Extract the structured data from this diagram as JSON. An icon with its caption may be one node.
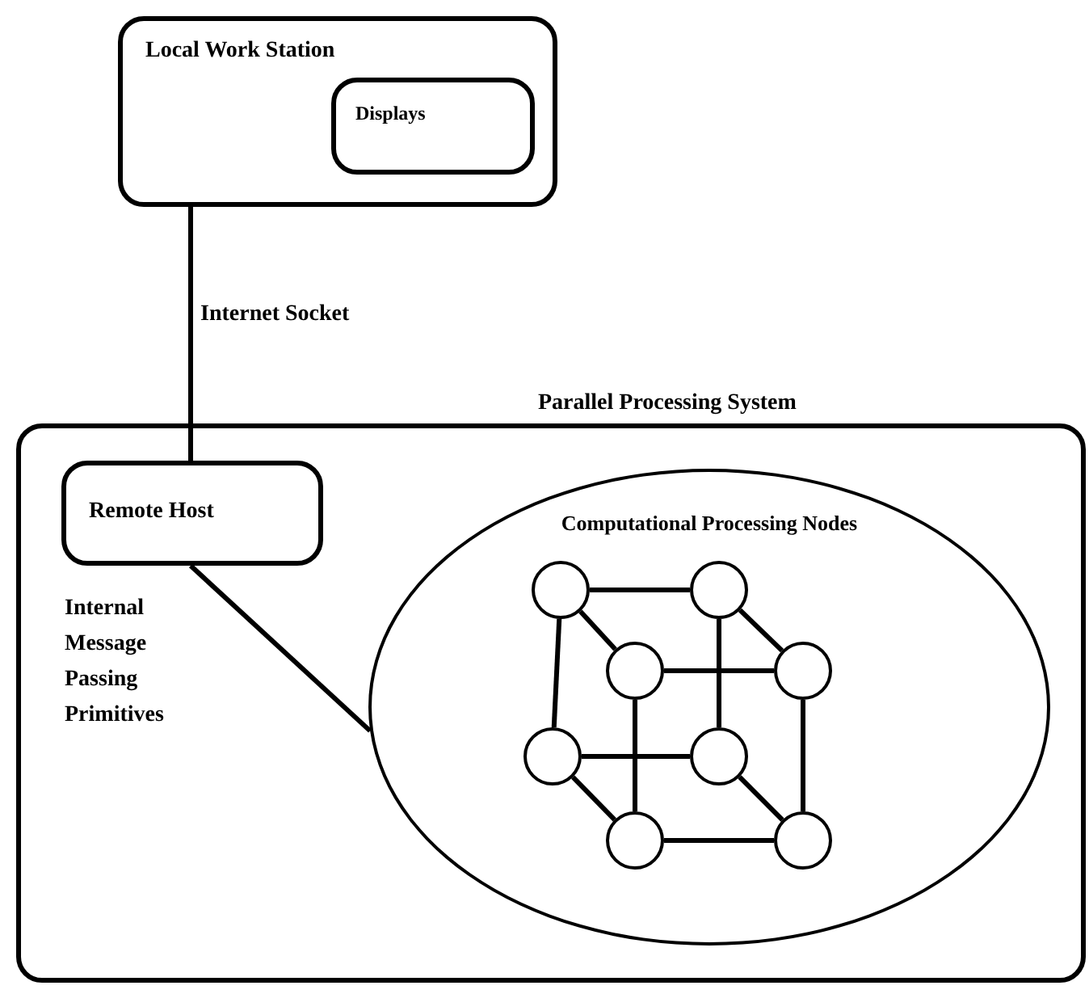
{
  "diagram": {
    "nodes": [
      {
        "text": [
          "Local Work Station"
        ]
      },
      {
        "text": [
          "Displays"
        ],
        "in": 0
      },
      {
        "text": [
          "Parallel Processing System"
        ]
      },
      {
        "text": [
          "Remote Host"
        ],
        "in": 2
      },
      {
        "text": [
          "Computational Processing Nodes"
        ],
        "in": 2
      },
      {
        "text": [],
        "shape": "circle",
        "in": 4
      },
      {
        "text": [],
        "shape": "circle",
        "in": 4
      },
      {
        "text": [],
        "shape": "circle",
        "in": 4
      },
      {
        "text": [],
        "shape": "circle",
        "in": 4
      },
      {
        "text": [],
        "shape": "circle",
        "in": 4
      },
      {
        "text": [],
        "shape": "circle",
        "in": 4
      },
      {
        "text": [],
        "shape": "circle",
        "in": 4
      },
      {
        "text": [],
        "shape": "circle",
        "in": 4
      }
    ],
    "edges": [
      {
        "from": 0,
        "to": 3,
        "arrow": "none",
        "label": "Internet Socket"
      },
      {
        "from": 3,
        "to": 4,
        "arrow": "none",
        "label": "Internal Message Passing Primitives"
      },
      {
        "from": 5,
        "to": 6,
        "arrow": "none"
      },
      {
        "from": 5,
        "to": 7,
        "arrow": "none"
      },
      {
        "from": 5,
        "to": 9,
        "arrow": "none"
      },
      {
        "from": 6,
        "to": 8,
        "arrow": "none"
      },
      {
        "from": 6,
        "to": 10,
        "arrow": "none"
      },
      {
        "from": 7,
        "to": 8,
        "arrow": "none"
      },
      {
        "from": 7,
        "to": 11,
        "arrow": "none"
      },
      {
        "from": 8,
        "to": 12,
        "arrow": "none"
      },
      {
        "from": 9,
        "to": 10,
        "arrow": "none"
      },
      {
        "from": 9,
        "to": 11,
        "arrow": "none"
      },
      {
        "from": 10,
        "to": 12,
        "arrow": "none"
      },
      {
        "from": 11,
        "to": 12,
        "arrow": "none"
      }
    ]
  }
}
